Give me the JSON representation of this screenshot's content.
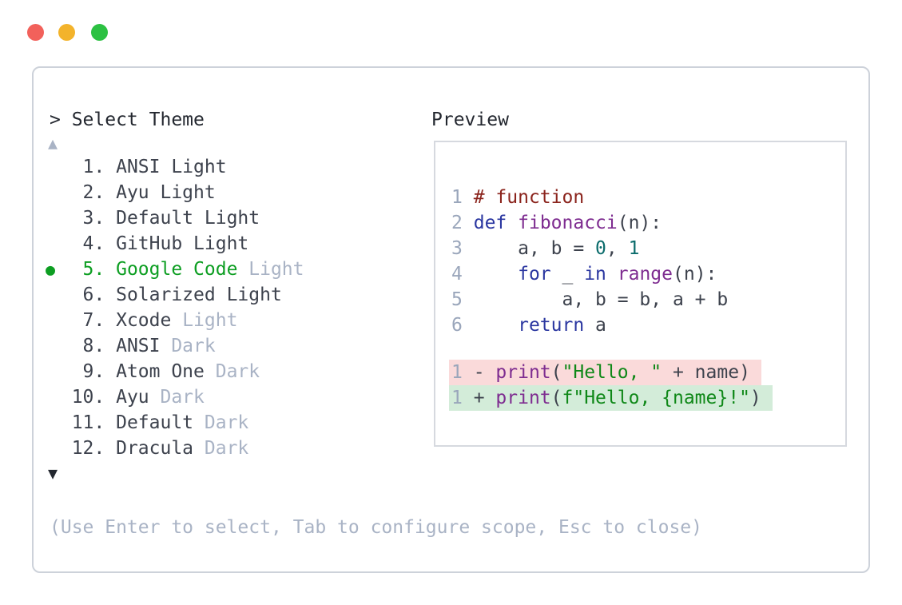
{
  "window_controls": {
    "buttons": [
      "close",
      "minimize",
      "zoom"
    ]
  },
  "prompt": {
    "text": "> Select Theme"
  },
  "icons": {
    "scroll_up": "▲",
    "scroll_down": "▼",
    "selected_bullet": "●"
  },
  "theme_list": {
    "items": [
      {
        "num": "1",
        "name": "ANSI Light",
        "suffix": "",
        "selected": false
      },
      {
        "num": "2",
        "name": "Ayu Light",
        "suffix": "",
        "selected": false
      },
      {
        "num": "3",
        "name": "Default Light",
        "suffix": "",
        "selected": false
      },
      {
        "num": "4",
        "name": "GitHub Light",
        "suffix": "",
        "selected": false
      },
      {
        "num": "5",
        "name": "Google Code",
        "suffix": "Light",
        "selected": true
      },
      {
        "num": "6",
        "name": "Solarized Light",
        "suffix": "",
        "selected": false
      },
      {
        "num": "7",
        "name": "Xcode",
        "suffix": "Light",
        "selected": false
      },
      {
        "num": "8",
        "name": "ANSI",
        "suffix": "Dark",
        "selected": false
      },
      {
        "num": "9",
        "name": "Atom One",
        "suffix": "Dark",
        "selected": false
      },
      {
        "num": "10",
        "name": "Ayu",
        "suffix": "Dark",
        "selected": false
      },
      {
        "num": "11",
        "name": "Default",
        "suffix": "Dark",
        "selected": false
      },
      {
        "num": "12",
        "name": "Dracula",
        "suffix": "Dark",
        "selected": false
      }
    ]
  },
  "preview": {
    "label": "Preview",
    "code_lines": [
      [
        {
          "c": "lno",
          "t": "1"
        },
        {
          "c": "pln",
          "t": " "
        },
        {
          "c": "com",
          "t": "# function"
        }
      ],
      [
        {
          "c": "lno",
          "t": "2"
        },
        {
          "c": "pln",
          "t": " "
        },
        {
          "c": "kwd",
          "t": "def"
        },
        {
          "c": "pln",
          "t": " "
        },
        {
          "c": "typ",
          "t": "fibonacci"
        },
        {
          "c": "pln",
          "t": "(n):"
        }
      ],
      [
        {
          "c": "lno",
          "t": "3"
        },
        {
          "c": "pln",
          "t": "     a, b = "
        },
        {
          "c": "lit",
          "t": "0"
        },
        {
          "c": "pln",
          "t": ", "
        },
        {
          "c": "lit",
          "t": "1"
        }
      ],
      [
        {
          "c": "lno",
          "t": "4"
        },
        {
          "c": "pln",
          "t": "     "
        },
        {
          "c": "kwd",
          "t": "for"
        },
        {
          "c": "pln",
          "t": " _ "
        },
        {
          "c": "kwd",
          "t": "in"
        },
        {
          "c": "pln",
          "t": " "
        },
        {
          "c": "typ",
          "t": "range"
        },
        {
          "c": "pln",
          "t": "(n):"
        }
      ],
      [
        {
          "c": "lno",
          "t": "5"
        },
        {
          "c": "pln",
          "t": "         a, b = b, a + b"
        }
      ],
      [
        {
          "c": "lno",
          "t": "6"
        },
        {
          "c": "pln",
          "t": "     "
        },
        {
          "c": "kwd",
          "t": "return"
        },
        {
          "c": "pln",
          "t": " a"
        }
      ]
    ],
    "diff_lines": [
      {
        "kind": "removed",
        "segments": [
          {
            "c": "lno",
            "t": "1"
          },
          {
            "c": "pln",
            "t": " - "
          },
          {
            "c": "typ",
            "t": "print"
          },
          {
            "c": "pln",
            "t": "("
          },
          {
            "c": "str",
            "t": "\"Hello, \""
          },
          {
            "c": "pln",
            "t": " + name)"
          }
        ]
      },
      {
        "kind": "added",
        "segments": [
          {
            "c": "lno",
            "t": "1"
          },
          {
            "c": "pln",
            "t": " + "
          },
          {
            "c": "typ",
            "t": "print"
          },
          {
            "c": "pln",
            "t": "("
          },
          {
            "c": "str",
            "t": "f\"Hello, {name}!\""
          },
          {
            "c": "pln",
            "t": ")"
          }
        ]
      }
    ]
  },
  "help": {
    "text": "(Use Enter to select, Tab to configure scope, Esc to close)"
  },
  "colors": {
    "ink": "#23272f",
    "item": "#3d424d",
    "muted": "#a9b3c5",
    "lno": "#9aa6bb",
    "accent-green": "#0d9e22",
    "com": "#8b241d",
    "kwd": "#2a36a0",
    "typ": "#7e2c90",
    "lit": "#0b6c6c",
    "str": "#0f8818",
    "pln": "#3d424d",
    "diff-removed-bg": "#fadada",
    "diff-added-bg": "#d3ecd9",
    "panel-border": "#cdd2da",
    "preview-border": "#d6d9df",
    "tl-red": "#f2615b",
    "tl-yellow": "#f3b32b",
    "tl-green": "#2cc142"
  }
}
